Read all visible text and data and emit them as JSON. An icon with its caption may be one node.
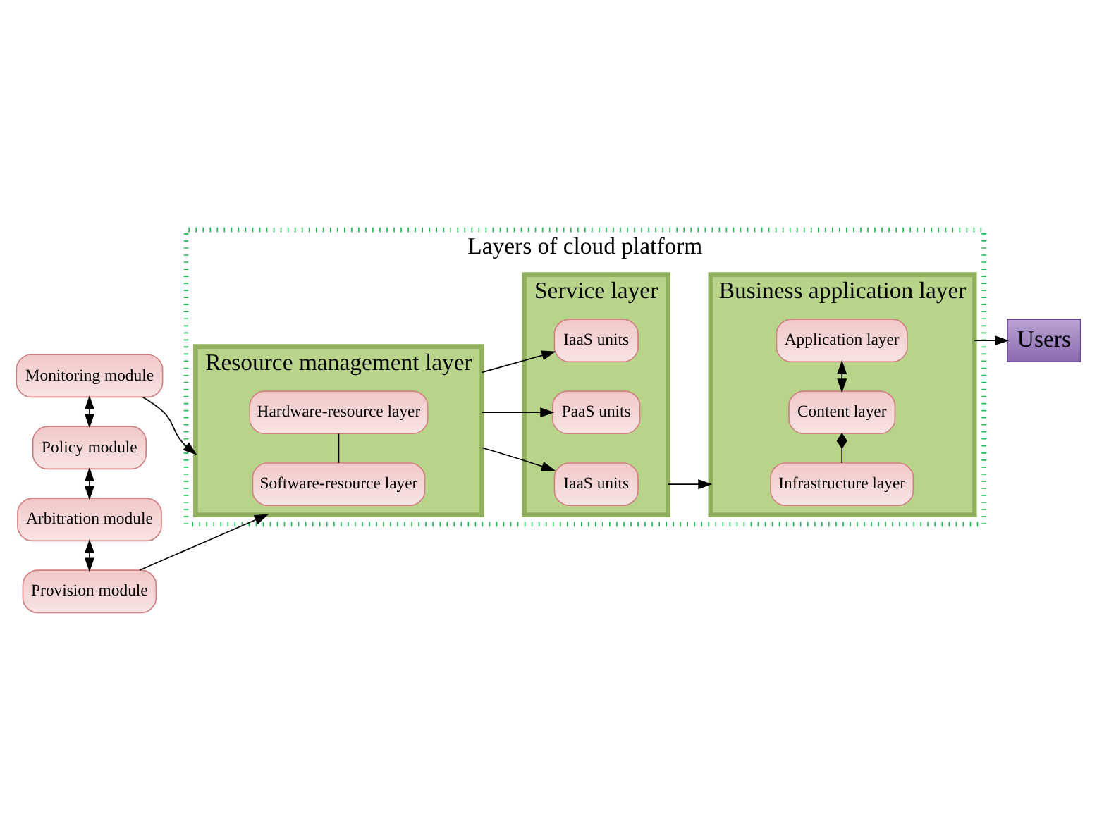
{
  "diagram": {
    "nodes": [
      {
        "text": [
          "Layers of cloud platform"
        ]
      },
      {
        "text": [
          "Monitoring module"
        ]
      },
      {
        "text": [
          "Policy module"
        ]
      },
      {
        "text": [
          "Arbitration module"
        ]
      },
      {
        "text": [
          "Provision module"
        ]
      },
      {
        "text": [
          "Resource management layer"
        ],
        "in": 0
      },
      {
        "text": [
          "Software-resource layer"
        ],
        "in": 5
      },
      {
        "text": [
          "Hardware-resource layer"
        ],
        "in": 5
      },
      {
        "text": [
          "Service layer"
        ],
        "in": 0
      },
      {
        "text": [
          "IaaS units"
        ],
        "in": 8
      },
      {
        "text": [
          "PaaS units"
        ],
        "in": 8
      },
      {
        "text": [
          "IaaS units"
        ],
        "in": 8
      },
      {
        "text": [
          "Business application layer"
        ],
        "in": 0
      },
      {
        "text": [
          "Infrastructure layer"
        ],
        "in": 12
      },
      {
        "text": [
          "Content layer"
        ],
        "in": 12
      },
      {
        "text": [
          "Application layer"
        ],
        "in": 12
      },
      {
        "text": [
          "Users"
        ]
      }
    ],
    "edges": [
      {
        "from": 1,
        "to": 5,
        "arrow": "to"
      },
      {
        "from": 1,
        "to": 2,
        "arrow": "both"
      },
      {
        "from": 2,
        "to": 3,
        "arrow": "both"
      },
      {
        "from": 3,
        "to": 4,
        "arrow": "both"
      },
      {
        "from": 4,
        "to": 5,
        "arrow": "to"
      },
      {
        "from": 6,
        "to": 7,
        "arrow": "none"
      },
      {
        "from": 5,
        "to": 9,
        "arrow": "to"
      },
      {
        "from": 5,
        "to": 10,
        "arrow": "to"
      },
      {
        "from": 5,
        "to": 11,
        "arrow": "to"
      },
      {
        "from": 8,
        "to": 12,
        "arrow": "to"
      },
      {
        "from": 13,
        "to": 14,
        "arrow": "other"
      },
      {
        "from": 14,
        "to": 15,
        "arrow": "both"
      },
      {
        "from": 12,
        "to": 16,
        "arrow": "to"
      }
    ]
  }
}
